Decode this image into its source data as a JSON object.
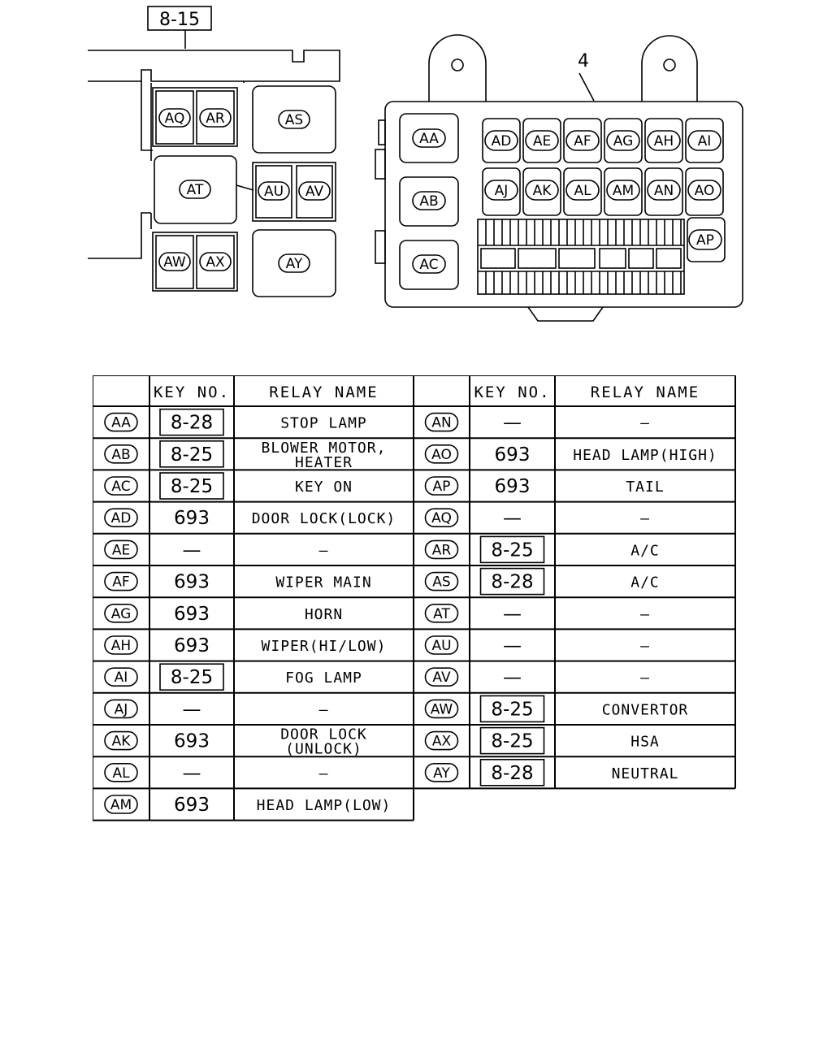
{
  "diagram": {
    "ref_label": "8-15",
    "callout": "4",
    "left_block": {
      "relays": [
        "AQ",
        "AR",
        "AS",
        "AT",
        "AU",
        "AV",
        "AW",
        "AX",
        "AY"
      ]
    },
    "right_block": {
      "large_relays": [
        "AA",
        "AB",
        "AC"
      ],
      "row1": [
        "AD",
        "AE",
        "AF",
        "AG",
        "AH",
        "AI"
      ],
      "row2": [
        "AJ",
        "AK",
        "AL",
        "AM",
        "AN",
        "AO"
      ],
      "extra": [
        "AP"
      ]
    }
  },
  "table": {
    "headers": {
      "key_no": "KEY NO.",
      "relay_name": "RELAY NAME"
    },
    "left_rows": [
      {
        "id": "AA",
        "key": "8-28",
        "boxed": true,
        "name": "STOP LAMP"
      },
      {
        "id": "AB",
        "key": "8-25",
        "boxed": true,
        "name": "BLOWER MOTOR,",
        "name2": "HEATER"
      },
      {
        "id": "AC",
        "key": "8-25",
        "boxed": true,
        "name": "KEY ON"
      },
      {
        "id": "AD",
        "key": "693",
        "boxed": false,
        "name": "DOOR LOCK(LOCK)"
      },
      {
        "id": "AE",
        "key": "—",
        "boxed": false,
        "name": "—"
      },
      {
        "id": "AF",
        "key": "693",
        "boxed": false,
        "name": "WIPER MAIN"
      },
      {
        "id": "AG",
        "key": "693",
        "boxed": false,
        "name": "HORN"
      },
      {
        "id": "AH",
        "key": "693",
        "boxed": false,
        "name": "WIPER(HI/LOW)"
      },
      {
        "id": "AI",
        "key": "8-25",
        "boxed": true,
        "name": "FOG LAMP"
      },
      {
        "id": "AJ",
        "key": "—",
        "boxed": false,
        "name": "—"
      },
      {
        "id": "AK",
        "key": "693",
        "boxed": false,
        "name": "DOOR LOCK",
        "name2": "(UNLOCK)"
      },
      {
        "id": "AL",
        "key": "—",
        "boxed": false,
        "name": "—"
      },
      {
        "id": "AM",
        "key": "693",
        "boxed": false,
        "name": "HEAD LAMP(LOW)"
      }
    ],
    "right_rows": [
      {
        "id": "AN",
        "key": "—",
        "boxed": false,
        "name": "—"
      },
      {
        "id": "AO",
        "key": "693",
        "boxed": false,
        "name": "HEAD LAMP(HIGH)"
      },
      {
        "id": "AP",
        "key": "693",
        "boxed": false,
        "name": "TAIL"
      },
      {
        "id": "AQ",
        "key": "—",
        "boxed": false,
        "name": "—"
      },
      {
        "id": "AR",
        "key": "8-25",
        "boxed": true,
        "name": "A/C"
      },
      {
        "id": "AS",
        "key": "8-28",
        "boxed": true,
        "name": "A/C"
      },
      {
        "id": "AT",
        "key": "—",
        "boxed": false,
        "name": "—"
      },
      {
        "id": "AU",
        "key": "—",
        "boxed": false,
        "name": "—"
      },
      {
        "id": "AV",
        "key": "—",
        "boxed": false,
        "name": "—"
      },
      {
        "id": "AW",
        "key": "8-25",
        "boxed": true,
        "name": "CONVERTOR"
      },
      {
        "id": "AX",
        "key": "8-25",
        "boxed": true,
        "name": "HSA"
      },
      {
        "id": "AY",
        "key": "8-28",
        "boxed": true,
        "name": "NEUTRAL"
      }
    ]
  }
}
